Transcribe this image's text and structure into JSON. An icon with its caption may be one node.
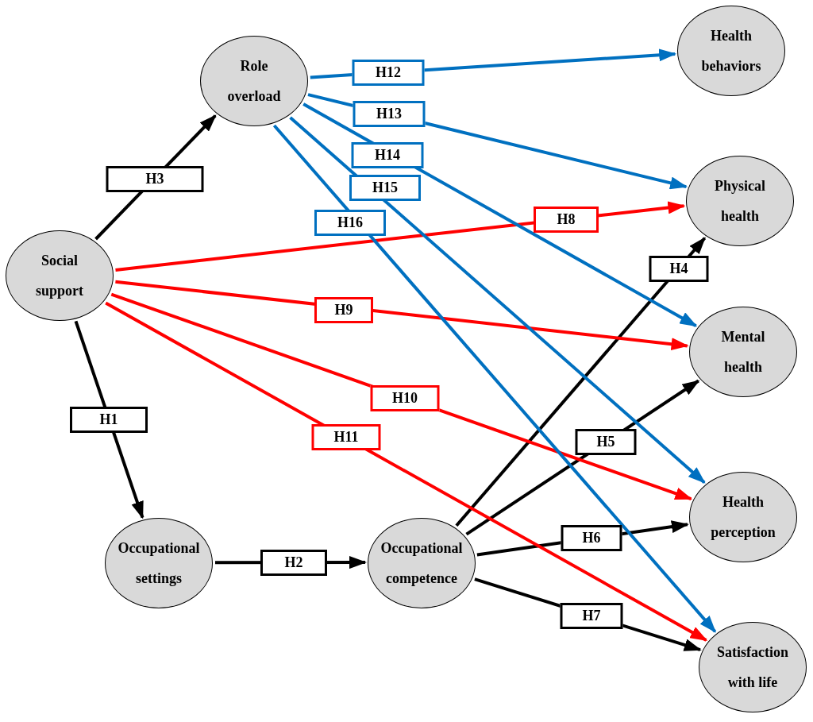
{
  "diagram": {
    "nodes": [
      {
        "text": [
          "Role overload"
        ]
      },
      {
        "text": [
          "Health behaviors"
        ]
      },
      {
        "text": [
          "Social support"
        ]
      },
      {
        "text": [
          "Physical health"
        ]
      },
      {
        "text": [
          "Mental health"
        ]
      },
      {
        "text": [
          "Health perception"
        ]
      },
      {
        "text": [
          "Occupational settings"
        ]
      },
      {
        "text": [
          "Occupational competence"
        ]
      },
      {
        "text": [
          "Satisfaction with life"
        ]
      }
    ],
    "edges": [
      {
        "from": 2,
        "to": 6,
        "arrow": "to",
        "label": "H1"
      },
      {
        "from": 6,
        "to": 7,
        "arrow": "to",
        "label": "H2"
      },
      {
        "from": 2,
        "to": 0,
        "arrow": "to",
        "label": "H3"
      },
      {
        "from": 7,
        "to": 3,
        "arrow": "to",
        "label": "H4"
      },
      {
        "from": 7,
        "to": 4,
        "arrow": "to",
        "label": "H5"
      },
      {
        "from": 7,
        "to": 5,
        "arrow": "to",
        "label": "H6"
      },
      {
        "from": 7,
        "to": 8,
        "arrow": "to",
        "label": "H7"
      },
      {
        "from": 2,
        "to": 3,
        "arrow": "to",
        "label": "H8",
        "color": "#ff0000"
      },
      {
        "from": 2,
        "to": 4,
        "arrow": "to",
        "label": "H9",
        "color": "#ff0000"
      },
      {
        "from": 2,
        "to": 5,
        "arrow": "to",
        "label": "H10",
        "color": "#ff0000"
      },
      {
        "from": 2,
        "to": 8,
        "arrow": "to",
        "label": "H11",
        "color": "#ff0000"
      },
      {
        "from": 0,
        "to": 1,
        "arrow": "to",
        "label": "H12",
        "color": "#0070c0"
      },
      {
        "from": 0,
        "to": 3,
        "arrow": "to",
        "label": "H13",
        "color": "#0070c0"
      },
      {
        "from": 0,
        "to": 4,
        "arrow": "to",
        "label": "H14",
        "color": "#0070c0"
      },
      {
        "from": 0,
        "to": 5,
        "arrow": "to",
        "label": "H15",
        "color": "#0070c0"
      },
      {
        "from": 0,
        "to": 8,
        "arrow": "to",
        "label": "H16",
        "color": "#0070c0"
      }
    ]
  }
}
